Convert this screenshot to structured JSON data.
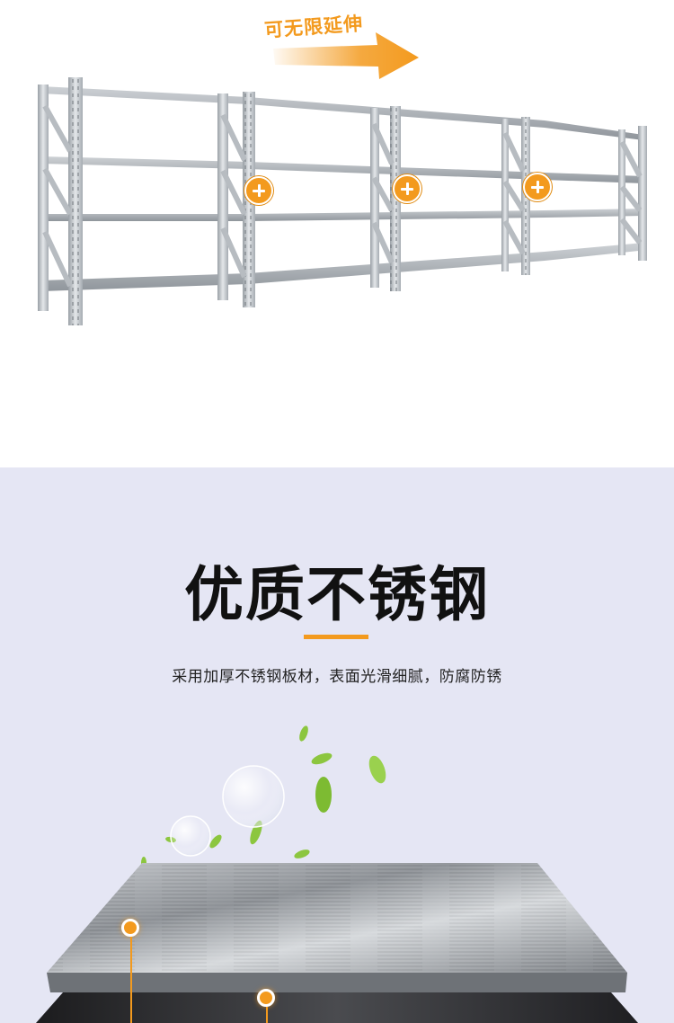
{
  "extension": {
    "label": "可无限延伸",
    "accent_color": "#f39a1e"
  },
  "shelf": {
    "expand_icons": [
      "plus-icon",
      "plus-icon",
      "plus-icon"
    ]
  },
  "feature": {
    "title": "优质不锈钢",
    "description": "采用加厚不锈钢板材，表面光滑细腻，防腐防锈",
    "background_color": "#e5e6f4"
  }
}
